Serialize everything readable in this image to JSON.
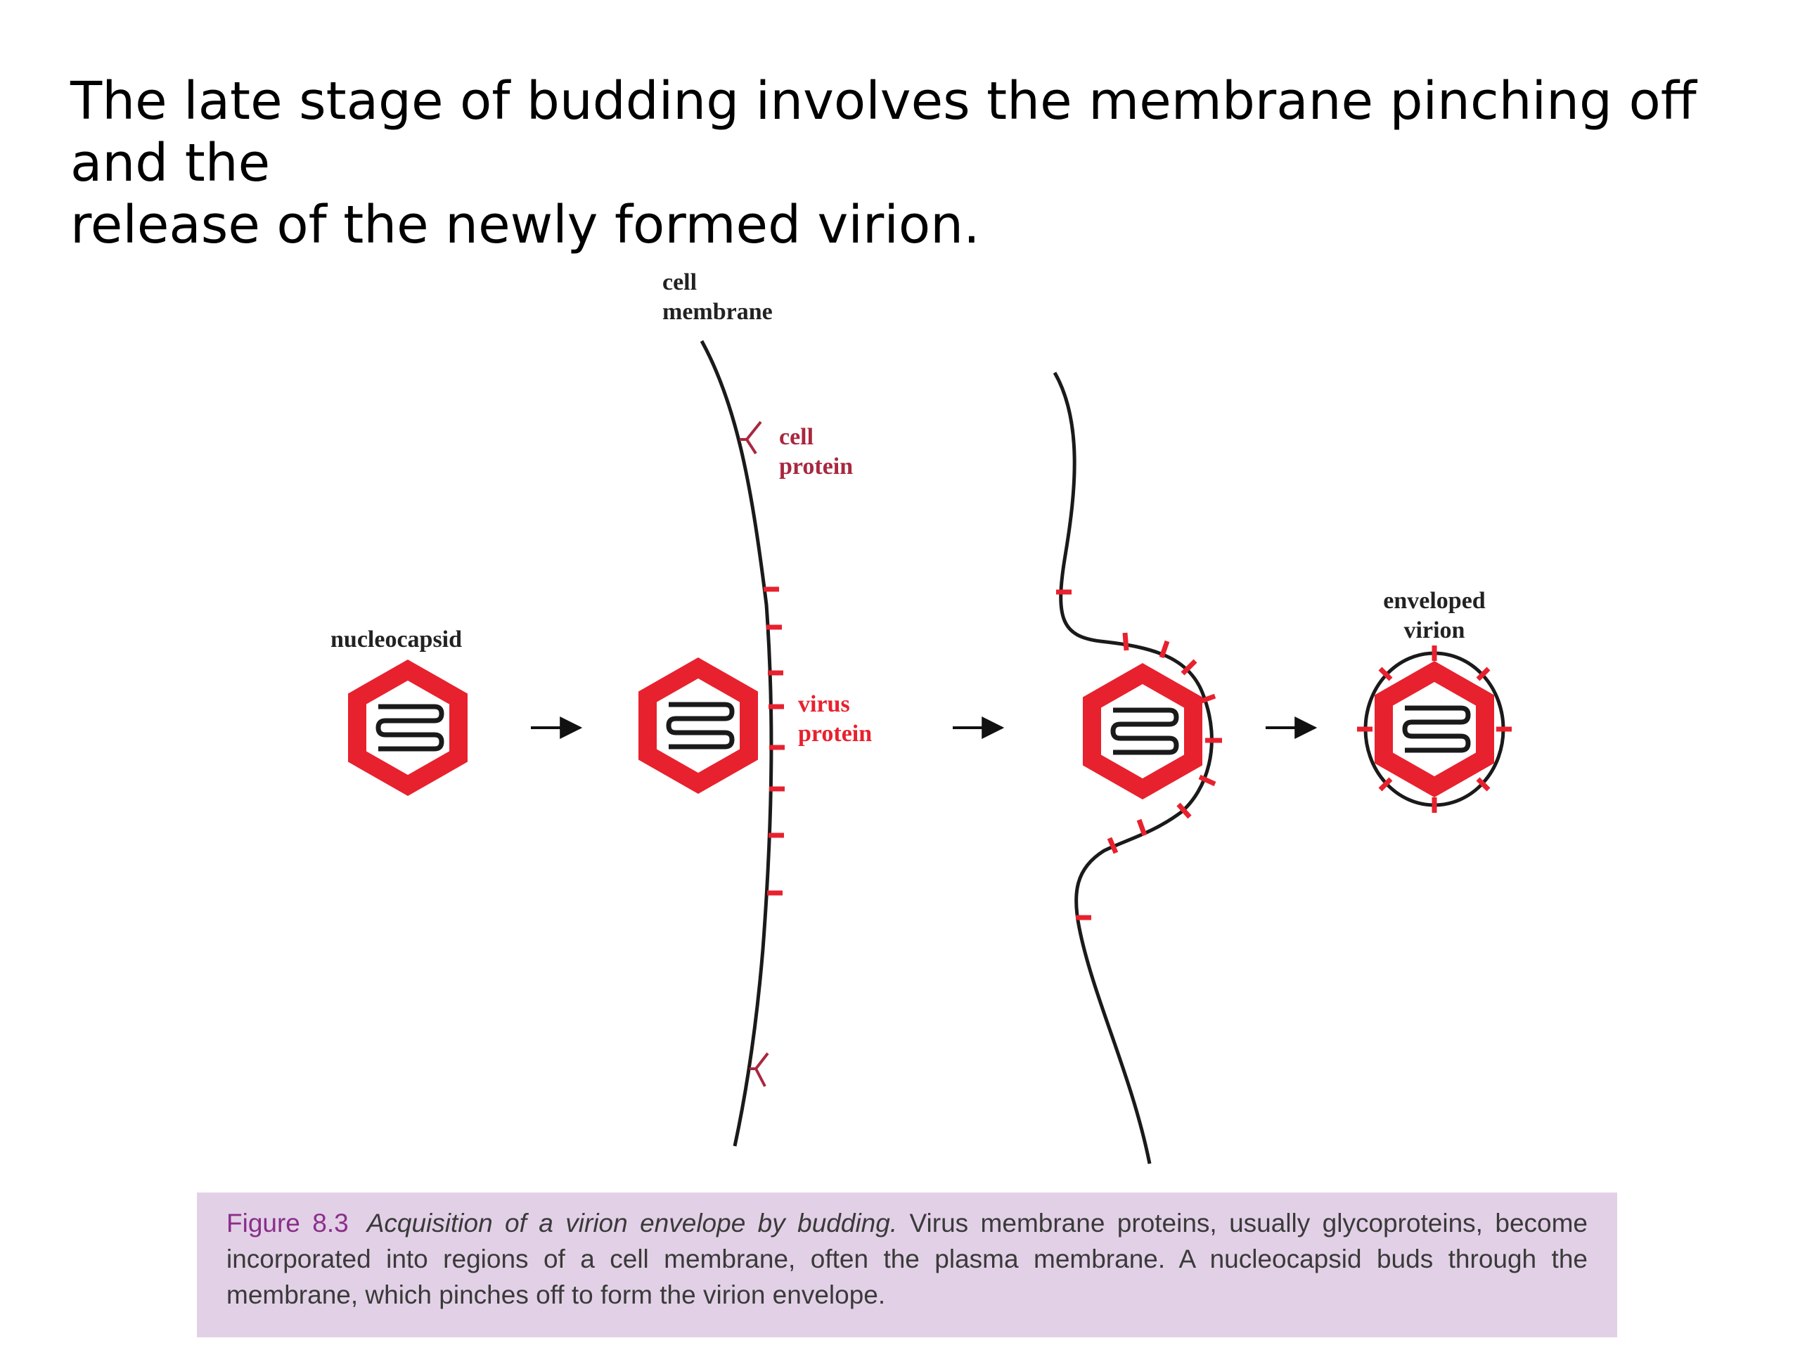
{
  "heading": {
    "line1": "The late stage of budding involves the membrane pinching off and the",
    "line2": "release of the newly formed virion."
  },
  "labels": {
    "cell_membrane_1": "cell",
    "cell_membrane_2": "membrane",
    "cell_protein_1": "cell",
    "cell_protein_2": "protein",
    "virus_protein_1": "virus",
    "virus_protein_2": "protein",
    "nucleocapsid": "nucleocapsid",
    "enveloped_virion_1": "enveloped",
    "enveloped_virion_2": "virion"
  },
  "caption": {
    "figure_label": "Figure 8.3",
    "title": "Acquisition of a virion envelope by budding.",
    "text": " Virus membrane proteins, usually glycoproteins, become incorporated into regions of a cell membrane, often the plasma membrane. A nucleocapsid buds through the membrane, which pinches off to form the virion envelope."
  },
  "colors": {
    "capsid_red": "#e8212e",
    "cell_protein": "#a8283f",
    "caption_bg": "#e2d1e6",
    "figure_label": "#8a2f8a"
  }
}
